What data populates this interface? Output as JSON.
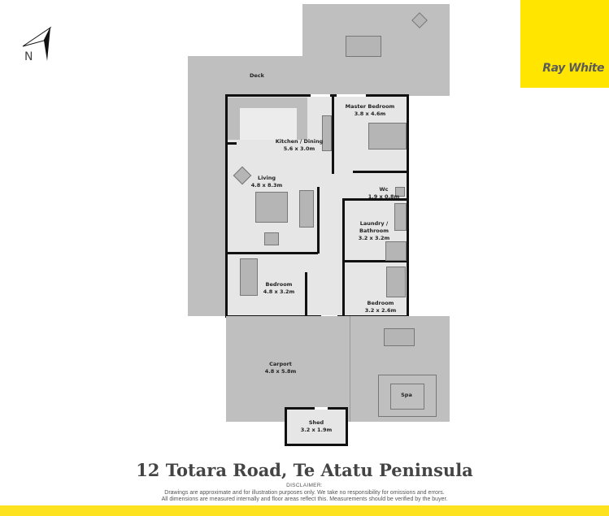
{
  "compass": {
    "label": "N",
    "icon": "north-arrow-icon"
  },
  "brand": {
    "name": "Ray White",
    "color": "#ffe500",
    "text_color": "#5b5b5b"
  },
  "floorplan": {
    "rooms": [
      {
        "id": "deck",
        "name": "Deck",
        "dims": ""
      },
      {
        "id": "kitchen",
        "name": "Kitchen / Dining",
        "dims": "5.6 x 3.0m"
      },
      {
        "id": "master",
        "name": "Master Bedroom",
        "dims": "3.8 x 4.6m"
      },
      {
        "id": "wc",
        "name": "Wc",
        "dims": "1.9 x 0.8m"
      },
      {
        "id": "living",
        "name": "Living",
        "dims": "4.8 x 8.3m"
      },
      {
        "id": "laundry",
        "name": "Laundry / Bathroom",
        "name_line1": "Laundry /",
        "name_line2": "Bathroom",
        "dims": "3.2 x 3.2m"
      },
      {
        "id": "bedroom1",
        "name": "Bedroom",
        "dims": "4.8 x 3.2m"
      },
      {
        "id": "bedroom2",
        "name": "Bedroom",
        "dims": "3.2 x 2.6m"
      },
      {
        "id": "carport",
        "name": "Carport",
        "dims": "4.8 x 5.8m"
      },
      {
        "id": "spa",
        "name": "Spa",
        "dims": ""
      },
      {
        "id": "shed",
        "name": "Shed",
        "dims": "3.2 x 1.9m"
      }
    ]
  },
  "address": "12 Totara Road, Te Atatu Peninsula",
  "disclaimer": {
    "heading": "DISCLAIMER:",
    "line1": "Drawings are approximate and for illustration purposes only. We take no responsibility for omissions and errors.",
    "line2": "All dimensions are measured internally and floor areas reflect this. Measurements should be verified by the buyer."
  },
  "colors": {
    "footer": "#fde21f",
    "deck": "#bfbfbf",
    "room": "#e6e6e6",
    "wall": "#111111"
  }
}
